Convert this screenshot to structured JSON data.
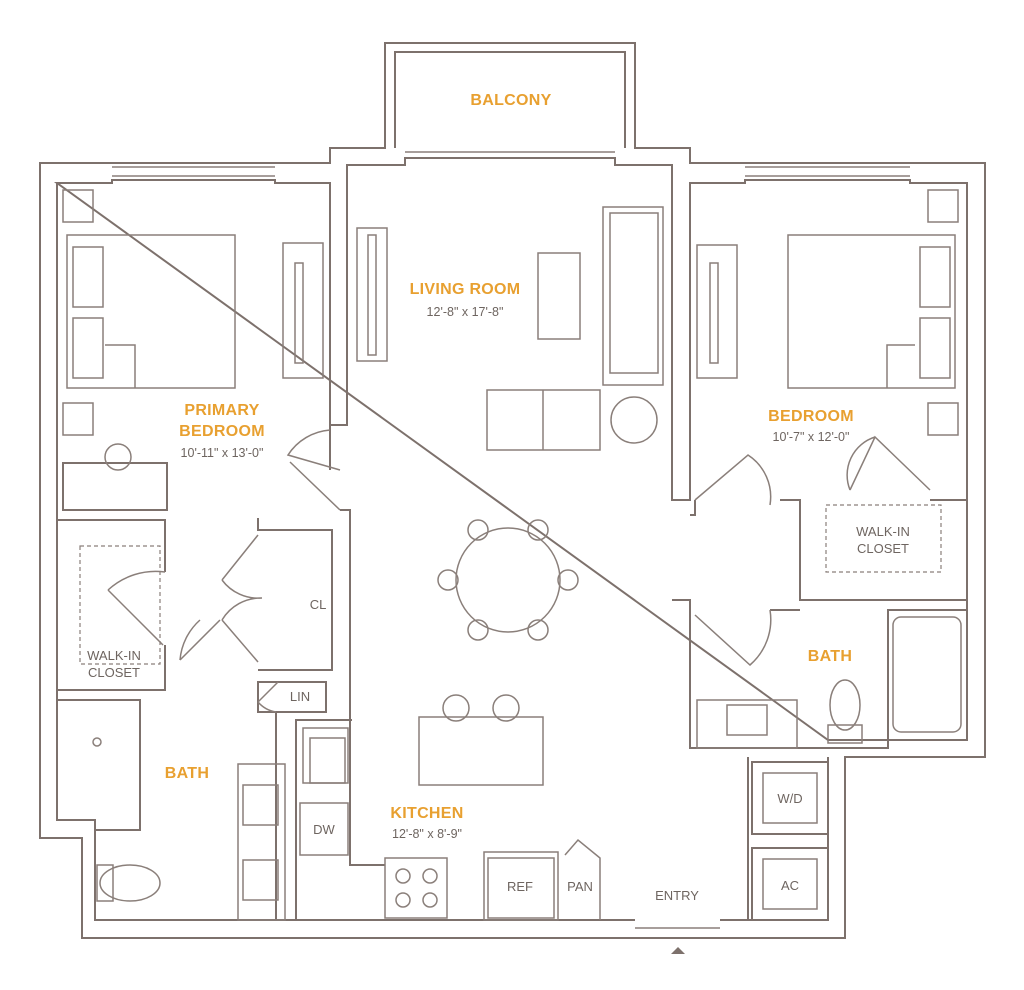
{
  "rooms": {
    "balcony": {
      "name": "BALCONY"
    },
    "living": {
      "name": "LIVING ROOM",
      "dims": "12'-8\" x 17'-8\""
    },
    "primary": {
      "name_line1": "PRIMARY",
      "name_line2": "BEDROOM",
      "dims": "10'-11\" x 13'-0\""
    },
    "bedroom": {
      "name": "BEDROOM",
      "dims": "10'-7\" x 12'-0\""
    },
    "kitchen": {
      "name": "KITCHEN",
      "dims": "12'-8\" x 8'-9\""
    },
    "bath_left": {
      "name": "BATH"
    },
    "bath_right": {
      "name": "BATH"
    }
  },
  "labels": {
    "walkin_left_1": "WALK-IN",
    "walkin_left_2": "CLOSET",
    "walkin_right_1": "WALK-IN",
    "walkin_right_2": "CLOSET",
    "closet": "CL",
    "linen": "LIN",
    "dishwasher": "DW",
    "refrigerator": "REF",
    "pantry": "PAN",
    "entry": "ENTRY",
    "washer_dryer": "W/D",
    "air_conditioner": "AC"
  },
  "colors": {
    "room_label": "#e8a030",
    "walls": "#7d716c",
    "text": "#6e6560"
  }
}
